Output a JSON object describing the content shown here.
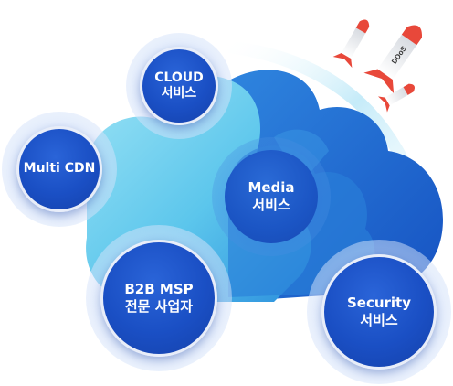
{
  "nodes": {
    "cloud": {
      "line1": "CLOUD",
      "line2": "서비스"
    },
    "multi_cdn": {
      "line1": "Multi CDN"
    },
    "media": {
      "line1": "Media",
      "line2": "서비스"
    },
    "b2b": {
      "line1": "B2B MSP",
      "line2": "전문 사업자"
    },
    "security": {
      "line1": "Security",
      "line2": "서비스"
    }
  },
  "missiles": [
    {
      "label": ""
    },
    {
      "label": "DDoS"
    },
    {
      "label": ""
    }
  ],
  "colors": {
    "node_blue": "#1a4fc4",
    "cloud_light": "#7fd6f2",
    "cloud_dark": "#1f6fd0",
    "missile_red": "#e8483a"
  }
}
